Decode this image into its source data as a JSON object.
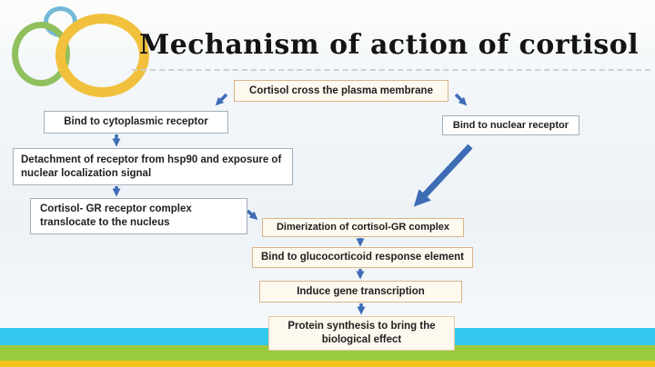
{
  "slide": {
    "title": "Mechanism of action of cortisol"
  },
  "decor": {
    "rings": [
      {
        "name": "blue-ring",
        "color": "#74b9d8"
      },
      {
        "name": "green-ring",
        "color": "#90c05e"
      },
      {
        "name": "yellow-ring",
        "color": "#f1c13d"
      }
    ],
    "bottom_stripes": [
      {
        "name": "cyan-stripe",
        "color": "#35c8ee"
      },
      {
        "name": "green-stripe",
        "color": "#9aca3e"
      },
      {
        "name": "yellow-stripe",
        "color": "#f2c218"
      }
    ],
    "arrow_color": "#3e6cb5",
    "tan_box_border": "#d9b489",
    "tan_box_fill": "#fdf9ef",
    "gray_box_border": "#a3aeb9"
  },
  "flowchart": {
    "nodes": [
      {
        "id": "cross-membrane",
        "label": "Cortisol cross the plasma membrane",
        "style": "tan"
      },
      {
        "id": "bind-cytoplasmic",
        "label": "Bind to cytoplasmic receptor",
        "style": "gray"
      },
      {
        "id": "bind-nuclear",
        "label": "Bind to nuclear receptor",
        "style": "gray"
      },
      {
        "id": "detachment",
        "label": "Detachment of receptor from hsp90 and exposure of nuclear localization signal",
        "style": "gray"
      },
      {
        "id": "translocate",
        "label": "Cortisol- GR receptor complex translocate to the nucleus",
        "style": "gray"
      },
      {
        "id": "dimerization",
        "label": "Dimerization of cortisol-GR complex",
        "style": "tan"
      },
      {
        "id": "bind-gre",
        "label": "Bind to glucocorticoid response element",
        "style": "tan"
      },
      {
        "id": "induce",
        "label": "Induce gene transcription",
        "style": "tan"
      },
      {
        "id": "protein",
        "label": "Protein synthesis to bring the biological effect",
        "style": "tan"
      }
    ],
    "edges": [
      {
        "from": "cross-membrane",
        "to": "bind-cytoplasmic"
      },
      {
        "from": "cross-membrane",
        "to": "bind-nuclear"
      },
      {
        "from": "bind-cytoplasmic",
        "to": "detachment"
      },
      {
        "from": "detachment",
        "to": "translocate"
      },
      {
        "from": "translocate",
        "to": "dimerization"
      },
      {
        "from": "bind-nuclear",
        "to": "dimerization"
      },
      {
        "from": "dimerization",
        "to": "bind-gre"
      },
      {
        "from": "bind-gre",
        "to": "induce"
      },
      {
        "from": "induce",
        "to": "protein"
      }
    ]
  }
}
